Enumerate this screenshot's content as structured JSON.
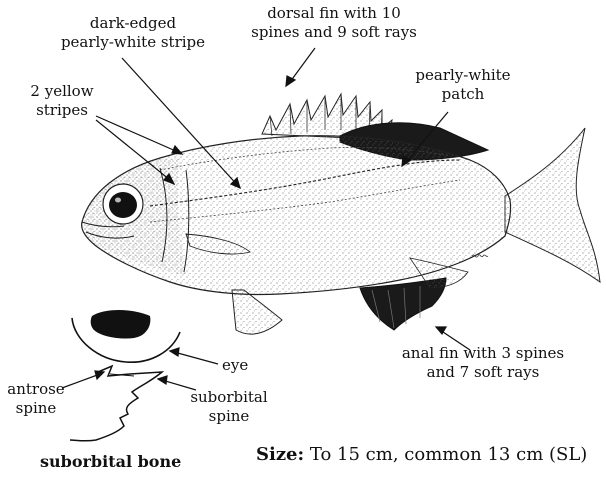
{
  "labels": {
    "dark_edged": [
      "dark-edged",
      "pearly-white stripe"
    ],
    "dorsal_fin": [
      "dorsal fin with 10",
      "spines and 9 soft rays"
    ],
    "pearly_patch": [
      "pearly-white",
      "patch"
    ],
    "yellow_stripes": [
      "2 yellow",
      "stripes"
    ],
    "eye": "eye",
    "antrose_spine": [
      "antrose",
      "spine"
    ],
    "suborbital_spine": [
      "suborbital",
      "spine"
    ],
    "anal_fin": [
      "anal fin with 3 spines",
      "and 7 soft rays"
    ],
    "suborbital_bone": "suborbital bone"
  },
  "size": {
    "heading": "Size:",
    "text": "To 15 cm, common 13 cm (SL)"
  },
  "colors": {
    "ink": "#111111",
    "fill_dark": "#1a1a1a",
    "stipple": "#555555",
    "background": "#ffffff"
  }
}
